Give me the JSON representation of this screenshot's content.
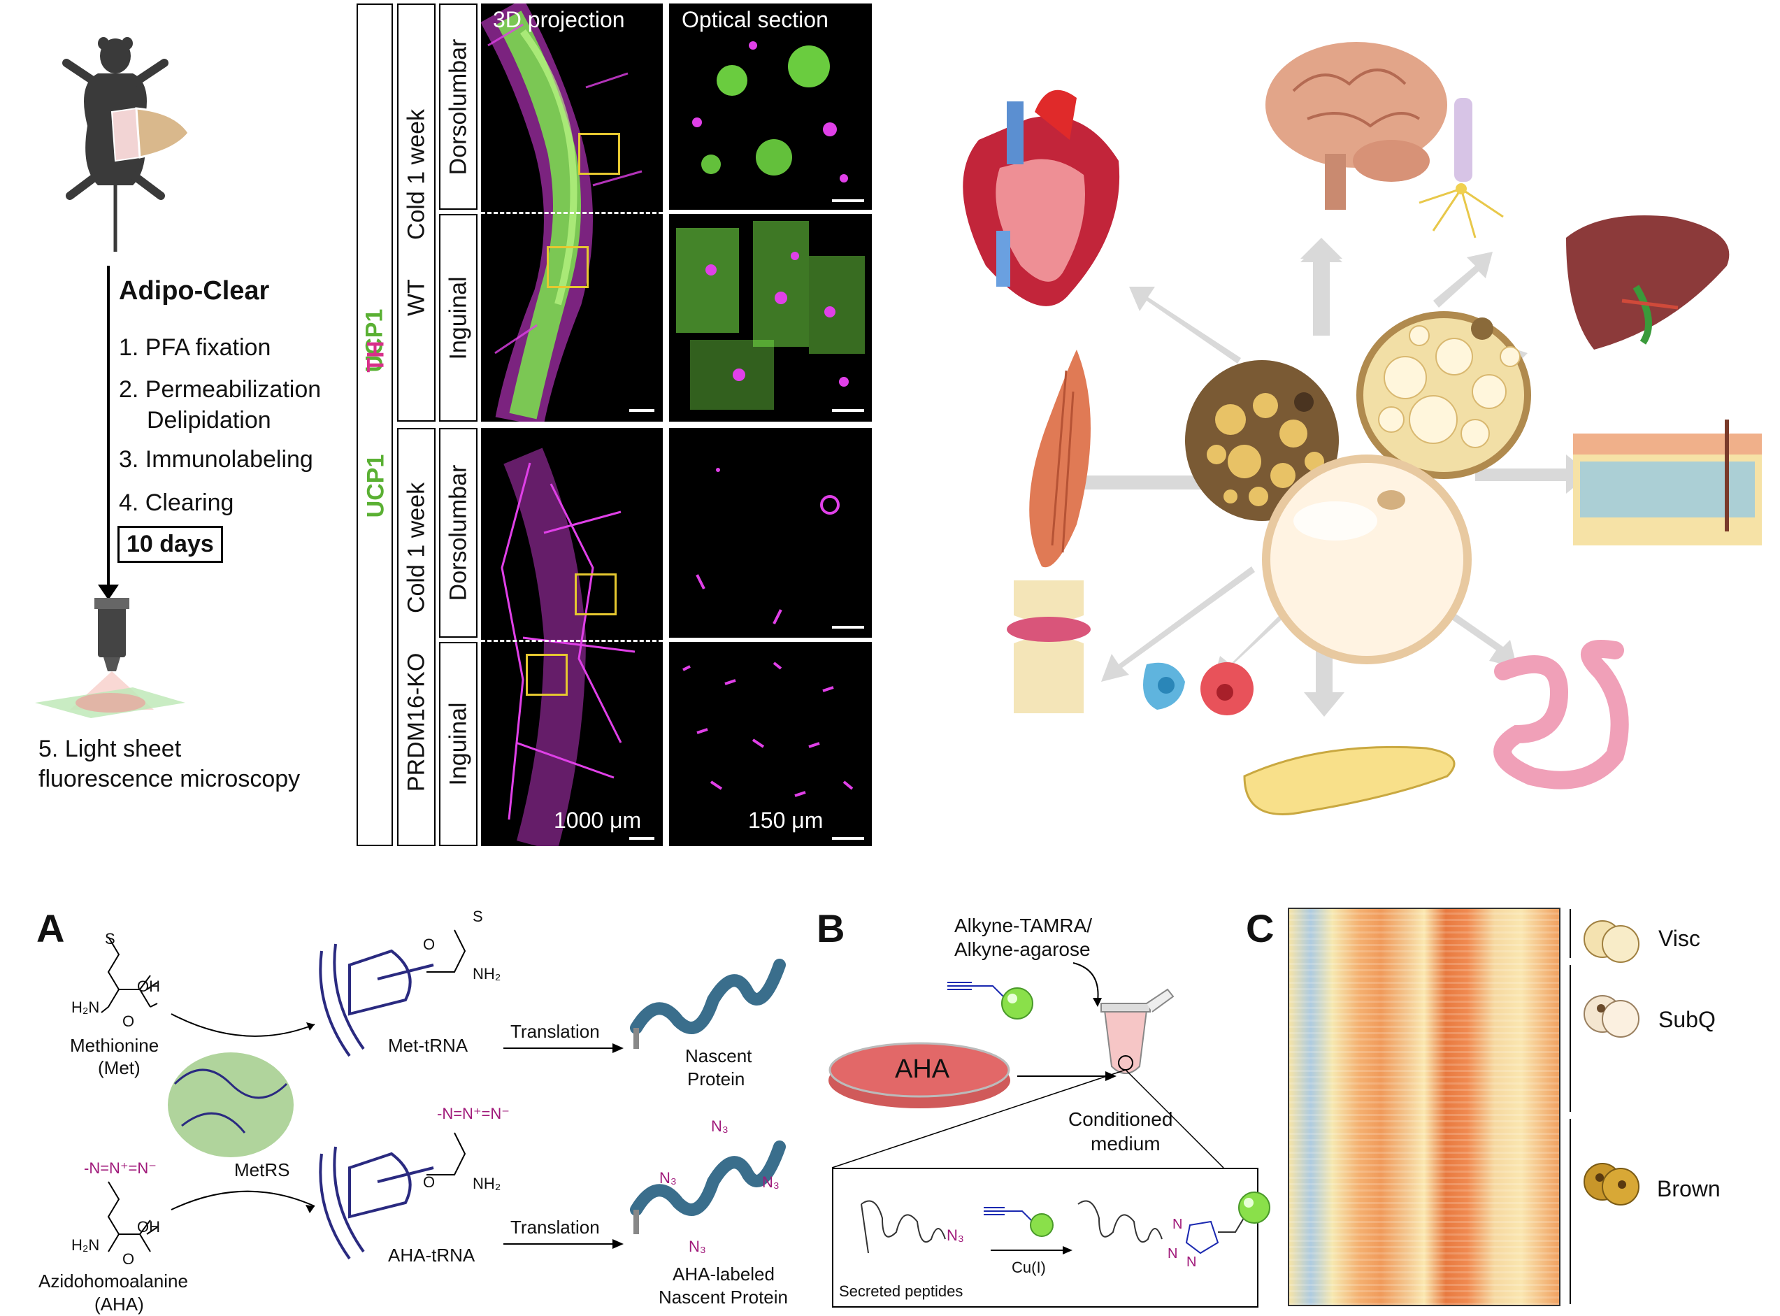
{
  "top_left": {
    "protocol_title": "Adipo-Clear",
    "steps": [
      "1. PFA fixation",
      "2. Permeabilization",
      "Delipidation",
      "3. Immunolabeling",
      "4. Clearing"
    ],
    "duration": "10 days",
    "final_step_line1": "5. Light sheet",
    "final_step_line2": "fluorescence microscopy"
  },
  "microscopy": {
    "stain_labels": {
      "th": "TH",
      "ucp1": "UCP1"
    },
    "col_headers": [
      "3D projection",
      "Optical section"
    ],
    "groups": [
      {
        "genotype": "WT",
        "condition": "Cold 1 week",
        "regions": [
          "Dorsolumbar",
          "Inguinal"
        ]
      },
      {
        "genotype": "PRDM16-KO",
        "condition": "Cold 1 week",
        "regions": [
          "Dorsolumbar",
          "Inguinal"
        ]
      }
    ],
    "scale_labels": [
      "1000 μm",
      "150 μm"
    ],
    "colors": {
      "th": "#d8308a",
      "ucp1": "#5ab033",
      "green_signal": "#7cf04a",
      "magenta_signal": "#e040e8"
    }
  },
  "organs": [
    "brain",
    "heart",
    "neuron",
    "liver",
    "muscle",
    "skin",
    "bone-joint",
    "immune-cells",
    "pancreas",
    "intestine"
  ],
  "panel_a": {
    "letter": "A",
    "met_name": "Methionine",
    "met_abbr": "(Met)",
    "aha_name": "Azidohomoalanine",
    "aha_abbr": "(AHA)",
    "enzyme": "MetRS",
    "met_trna": "Met-tRNA",
    "aha_trna": "AHA-tRNA",
    "translation": "Translation",
    "nascent": [
      "Nascent",
      "Protein"
    ],
    "aha_labeled": [
      "AHA-labeled",
      "Nascent Protein"
    ],
    "chem": {
      "h2n": "H₂N",
      "oh": "OH",
      "o": "O",
      "s": "S",
      "nh2": "NH₂",
      "n3": "N₃",
      "azide": "-N=N⁺=N⁻"
    }
  },
  "panel_b": {
    "letter": "B",
    "reagent_line1": "Alkyne-TAMRA/",
    "reagent_line2": "Alkyne-agarose",
    "dish_label": "AHA",
    "medium_line1": "Conditioned",
    "medium_line2": "medium",
    "secreted": "Secreted peptides",
    "catalyst": "Cu(I)",
    "n3": "N₃",
    "triazole_n": "N"
  },
  "panel_c": {
    "letter": "C",
    "groups": [
      "Visc",
      "SubQ",
      "Brown"
    ]
  }
}
